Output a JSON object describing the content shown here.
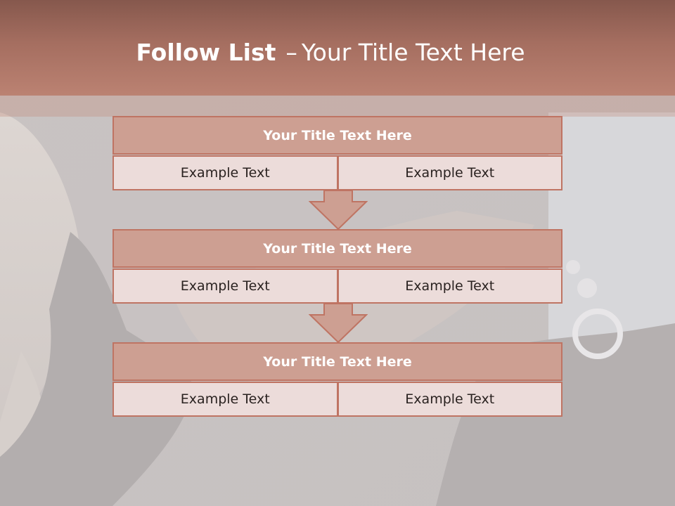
{
  "slide": {
    "title_bold": "Follow List",
    "title_dash": "–",
    "title_rest": "Your Title Text Here"
  },
  "blocks": [
    {
      "title": "Your Title Text Here",
      "cells": [
        "Example Text",
        "Example Text"
      ]
    },
    {
      "title": "Your Title Text Here",
      "cells": [
        "Example Text",
        "Example Text"
      ]
    },
    {
      "title": "Your Title Text Here",
      "cells": [
        "Example Text",
        "Example Text"
      ]
    }
  ],
  "colors": {
    "header": "#a56e60",
    "block_title_fill": "#cd9f92",
    "block_cell_fill": "#ecdcda",
    "border": "#bf7463"
  }
}
